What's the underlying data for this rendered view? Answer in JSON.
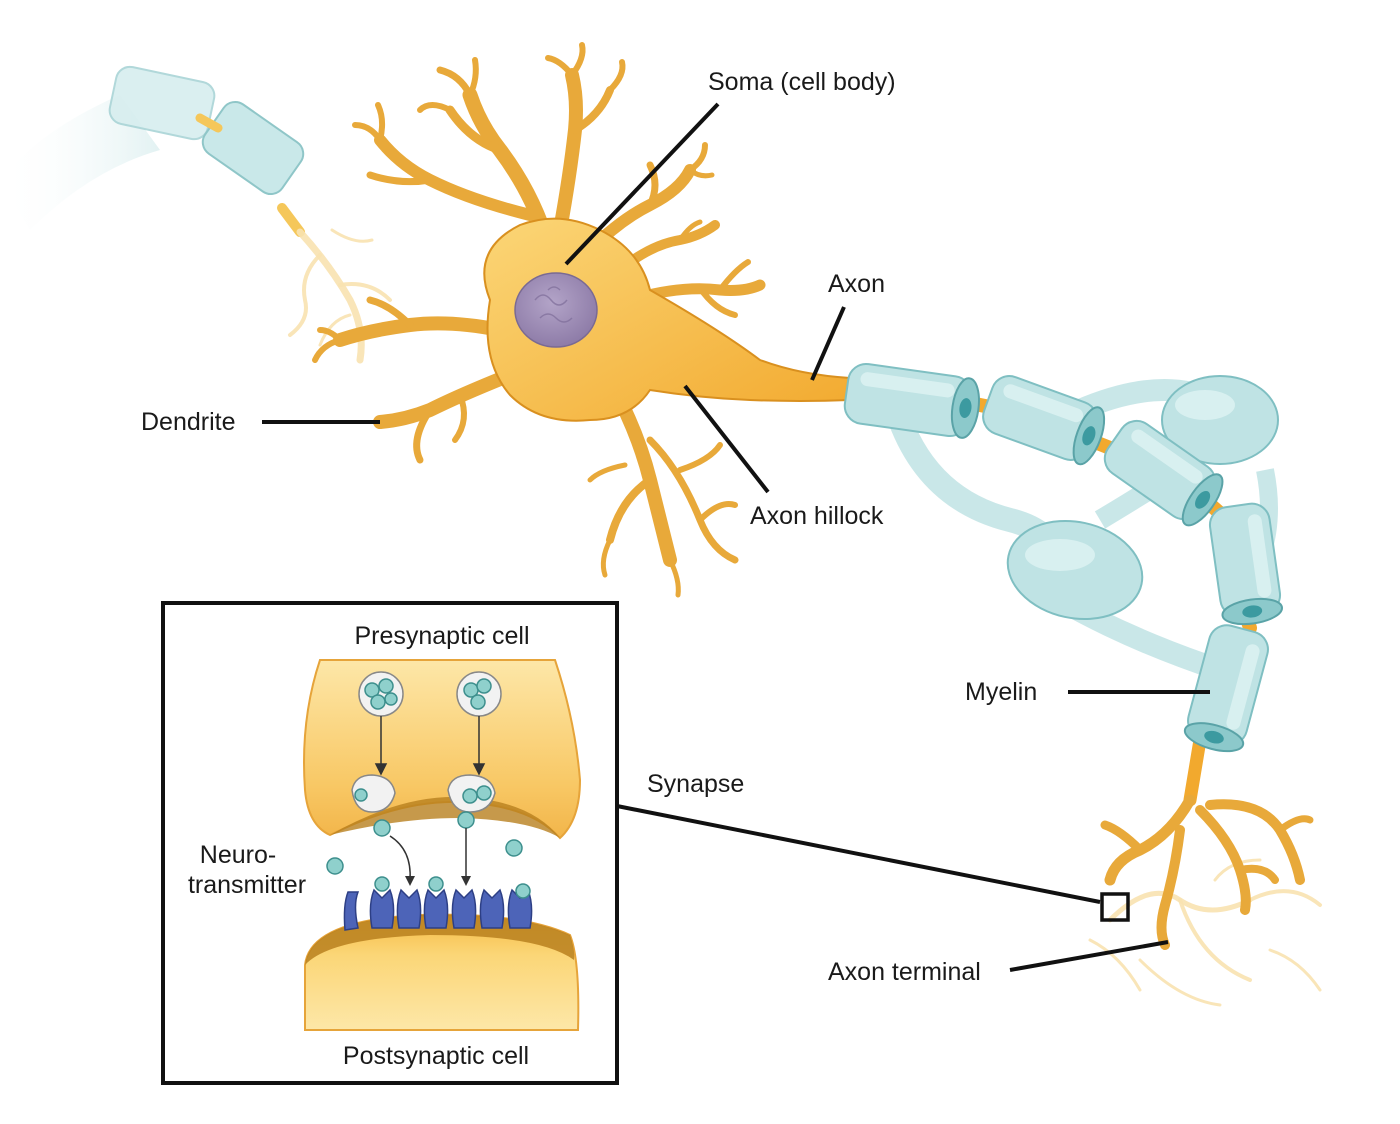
{
  "labels": {
    "soma": "Soma (cell body)",
    "axon": "Axon",
    "dendrite": "Dendrite",
    "axon_hillock": "Axon hillock",
    "myelin": "Myelin",
    "synapse": "Synapse",
    "axon_terminal": "Axon terminal"
  },
  "inset": {
    "presynaptic": "Presynaptic cell",
    "postsynaptic": "Postsynaptic cell",
    "neurotransmitter_line1": "Neuro-",
    "neurotransmitter_line2": "transmitter"
  },
  "colors": {
    "neuron_fill": "#f5b942",
    "neuron_light": "#fbd677",
    "nucleus": "#a08fb5",
    "myelin": "#bfe3e4",
    "vesicle": "#8fd0cc",
    "receptor": "#4d64b8",
    "leader_line": "#111111"
  }
}
